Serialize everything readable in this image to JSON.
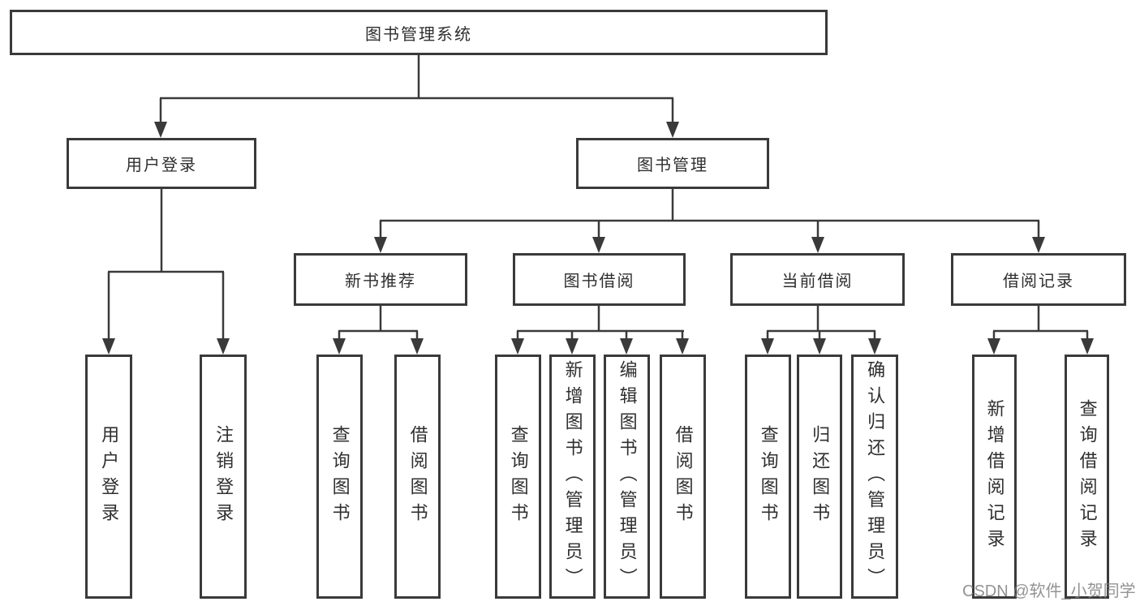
{
  "tree": {
    "root": "图书管理系统",
    "user_login": {
      "label": "用户登录",
      "children": [
        "用户登录",
        "注销登录"
      ]
    },
    "book_mgmt": {
      "label": "图书管理",
      "groups": [
        {
          "label": "新书推荐",
          "children": [
            "查询图书",
            "借阅图书"
          ]
        },
        {
          "label": "图书借阅",
          "children": [
            "查询图书",
            "新增图书（管理员）",
            "编辑图书（管理员）",
            "借阅图书"
          ]
        },
        {
          "label": "当前借阅",
          "children": [
            "查询图书",
            "归还图书",
            "确认归还（管理员）"
          ]
        },
        {
          "label": "借阅记录",
          "children": [
            "新增借阅记录",
            "查询借阅记录"
          ]
        }
      ]
    }
  },
  "watermark": "CSDN @软件_小贺同学",
  "colors": {
    "line": "#3a3a3a",
    "text": "#2f2f2f",
    "watermark": "#808080"
  }
}
